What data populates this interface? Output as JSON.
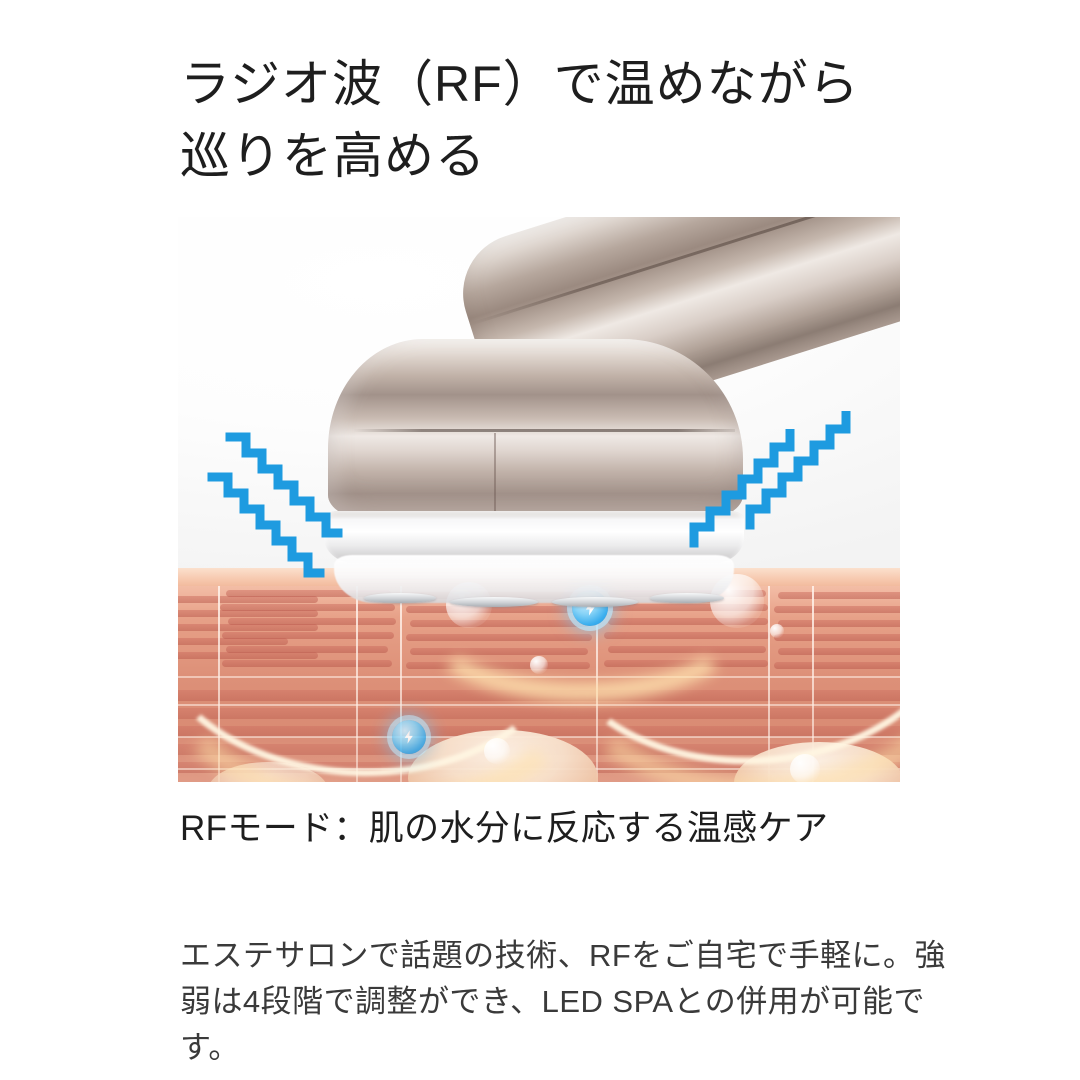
{
  "heading": {
    "line1": "ラジオ波（RF）で温めながら",
    "line2": "巡りを高める",
    "full": "ラジオ波（RF）で温めながら\n巡りを高める"
  },
  "figure": {
    "alt_label": "RF美容機器ヘッドと肌断面イメージ",
    "device_label": "RFヘッド",
    "skin_label": "肌断面",
    "wave_label": "ラジオ波",
    "node_label": "RFエネルギー",
    "left_waves": 2,
    "right_waves": 2
  },
  "caption": "RFモード：肌の水分に反応する温感ケア",
  "body": "エステサロンで話題の技術、RFをご自宅で手軽に。強弱は4段階で調整ができ、LED SPAとの併用が可能です。",
  "colors": {
    "background": "#ffffff",
    "heading_text": "#1e1e1e",
    "body_text": "#3a3a3a",
    "wave_blue": "#1e9be0",
    "node_blue": "#3aaeee",
    "skin_pink": "#e39d84",
    "skin_deep": "#c86e60",
    "device_champagne": "#c0b1a8",
    "glow_warm": "#fff6e2"
  }
}
